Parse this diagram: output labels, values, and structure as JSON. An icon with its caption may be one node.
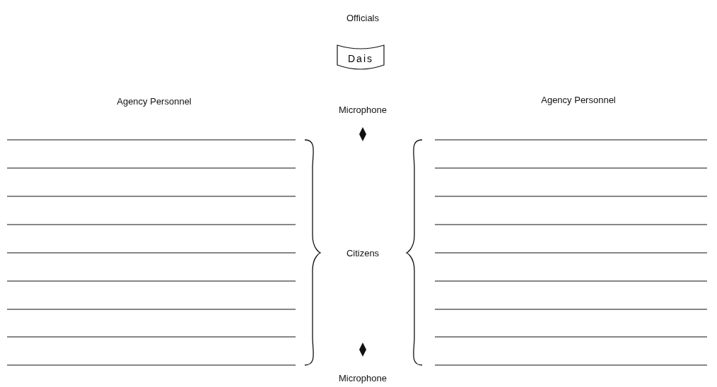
{
  "diagram": {
    "nodes": [
      {
        "text": [
          "Dais"
        ]
      }
    ],
    "labels": [
      "Officials",
      "Agency Personnel",
      "Microphone",
      "Agency Personnel",
      "Citizens",
      "Microphone"
    ]
  }
}
